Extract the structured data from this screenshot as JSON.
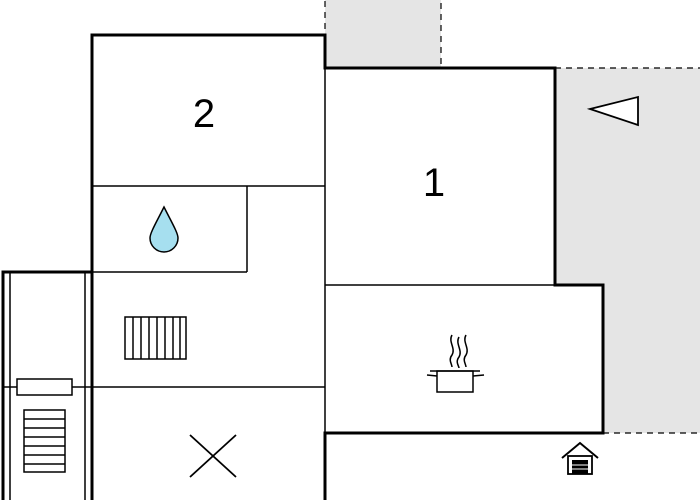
{
  "floor_plan": {
    "rooms": [
      {
        "key": "bedroom-1",
        "label": "1"
      },
      {
        "key": "bedroom-2",
        "label": "2"
      }
    ],
    "icons": [
      {
        "name": "bathroom-water-drop-icon",
        "color": "#a6dfef"
      },
      {
        "name": "radiator-icon"
      },
      {
        "name": "stairs-icon"
      },
      {
        "name": "kitchen-pot-icon"
      },
      {
        "name": "toilet-cross-icon"
      },
      {
        "name": "entrance-house-icon"
      },
      {
        "name": "terrace-direction-arrow-icon"
      }
    ],
    "colors": {
      "wall": "#000000",
      "outdoor_area": "#e5e5e5",
      "water": "#a6dfef"
    }
  }
}
